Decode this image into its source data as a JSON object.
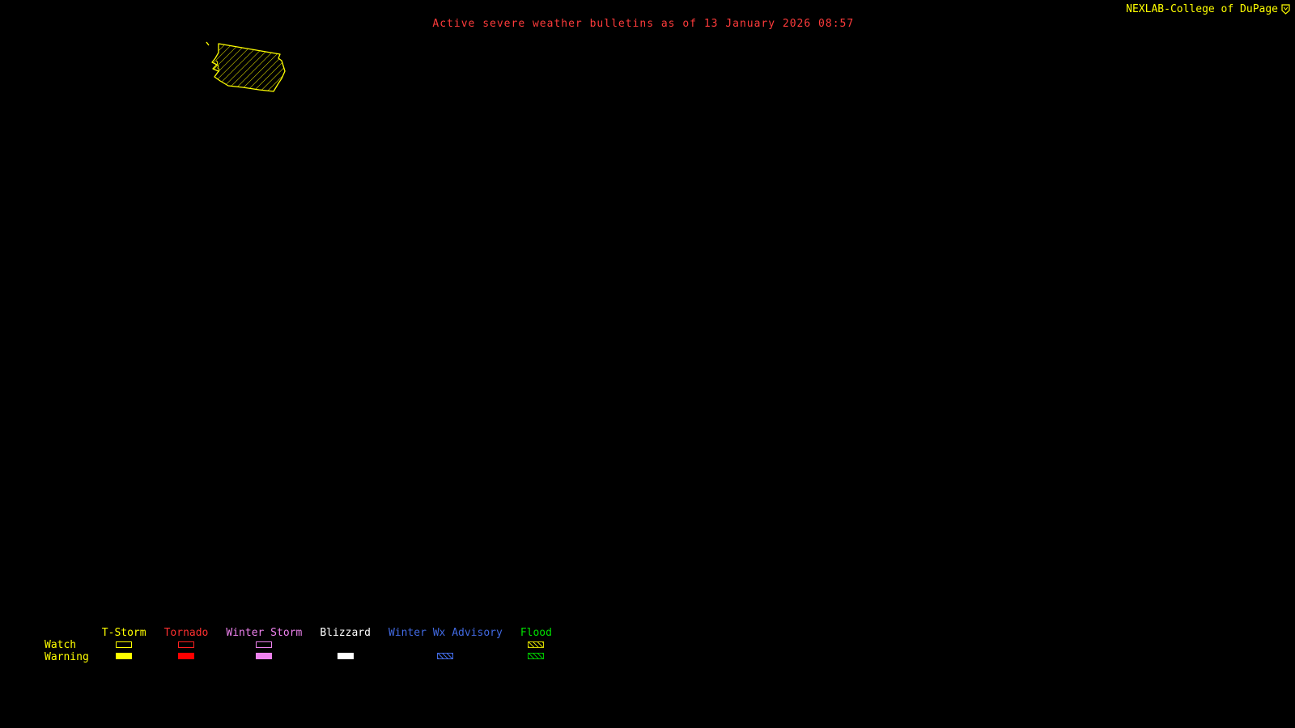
{
  "header": {
    "brand": "NEXLAB-College of DuPage",
    "title": "Active severe weather bulletins as of 13 January 2026 08:57"
  },
  "colors": {
    "background": "#000000",
    "brand_text": "#ffff00",
    "title_text": "#ff3b3b",
    "watch_area": "#ffff00"
  },
  "map": {
    "watch_area": {
      "name": "flood-watch-area",
      "style": "hatched",
      "color": "#ffff00"
    }
  },
  "legend": {
    "watch_label": "Watch",
    "warning_label": "Warning",
    "columns": [
      {
        "label": "T-Storm",
        "color": "#ffff00",
        "watch": {
          "style": "outline",
          "color": "#ffff00"
        },
        "warning": {
          "style": "fill",
          "color": "#ffff00"
        }
      },
      {
        "label": "Tornado",
        "color": "#ff3030",
        "watch": {
          "style": "outline",
          "color": "#ff2020"
        },
        "warning": {
          "style": "fill",
          "color": "#ff0000"
        }
      },
      {
        "label": "Winter Storm",
        "color": "#ee82ee",
        "watch": {
          "style": "outline",
          "color": "#ee82ee"
        },
        "warning": {
          "style": "fill",
          "color": "#ee82ee"
        }
      },
      {
        "label": "Blizzard",
        "color": "#ffffff",
        "watch": {
          "style": "none",
          "color": "#ffffff"
        },
        "warning": {
          "style": "fill",
          "color": "#ffffff"
        }
      },
      {
        "label": "Winter Wx Advisory",
        "color": "#4169e1",
        "watch": {
          "style": "none",
          "color": "#4169e1"
        },
        "warning": {
          "style": "hatch",
          "color": "#4169e1"
        }
      },
      {
        "label": "Flood",
        "color": "#00e000",
        "watch": {
          "style": "hatch",
          "color": "#d6d600"
        },
        "warning": {
          "style": "hatch",
          "color": "#00c000"
        }
      }
    ]
  }
}
